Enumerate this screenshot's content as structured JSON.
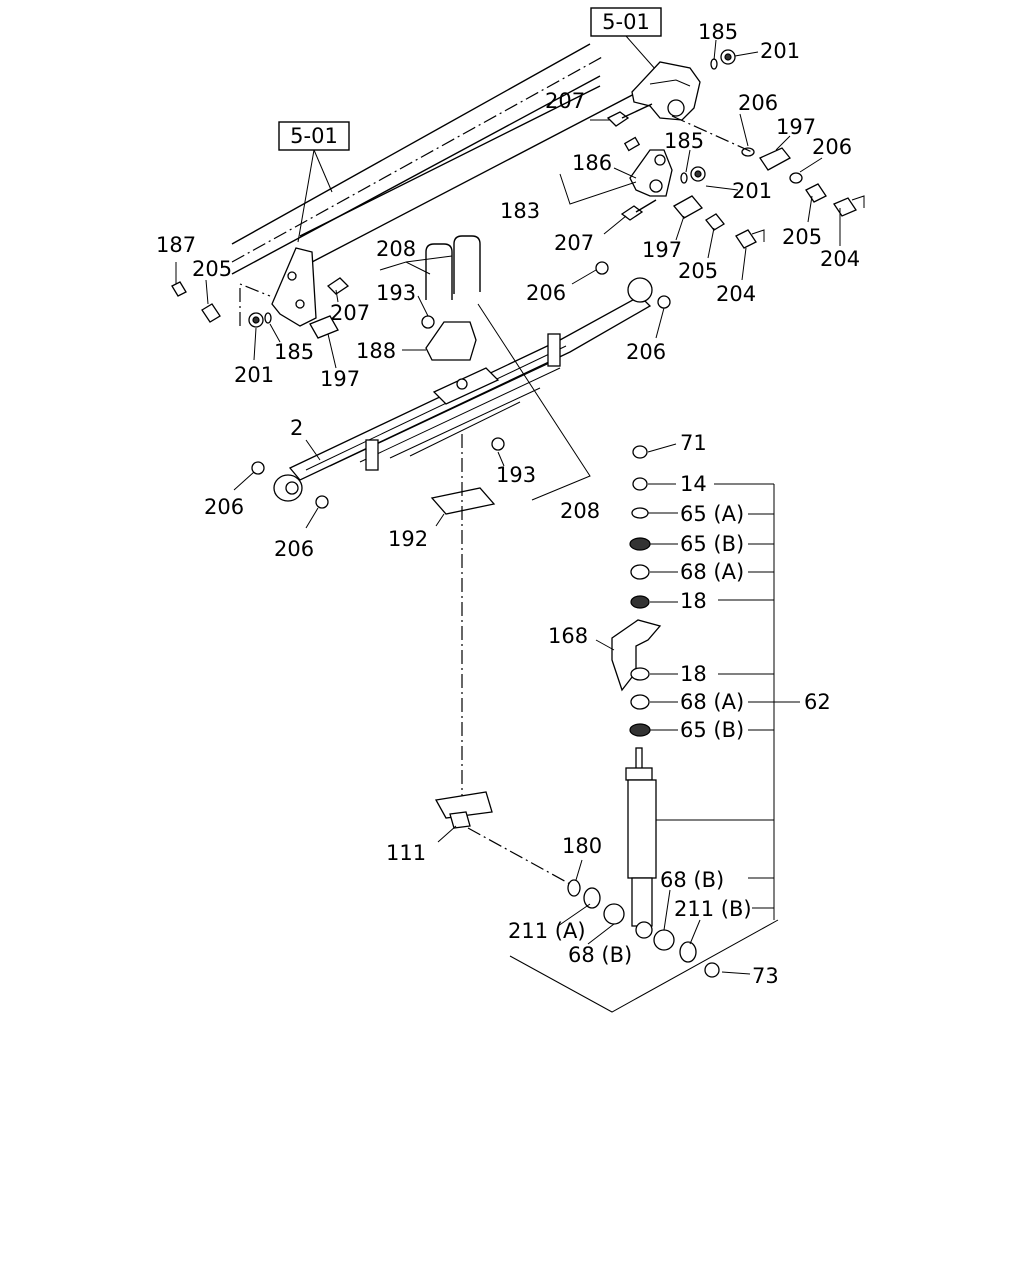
{
  "refs": {
    "frame_top": "5-01",
    "frame_left": "5-01"
  },
  "labels": {
    "l185a": "185",
    "l201a": "201",
    "l207a": "207",
    "l206a": "206",
    "l197a": "197",
    "l206b": "206",
    "l185b": "185",
    "l186": "186",
    "l183": "183",
    "l201b": "201",
    "l205a": "205",
    "l204a": "204",
    "l207b": "207",
    "l197b": "197",
    "l205b": "205",
    "l204b": "204",
    "l208a": "208",
    "l193a": "193",
    "l188": "188",
    "l206c": "206",
    "l206d": "206",
    "l187": "187",
    "l205c": "205",
    "l207c": "207",
    "l201c": "201",
    "l185c": "185",
    "l197c": "197",
    "l2": "2",
    "l206e": "206",
    "l206f": "206",
    "l192": "192",
    "l193b": "193",
    "l208b": "208",
    "l111": "111",
    "l180": "180",
    "l211a": "211 (A)",
    "l68b1": "68 (B)",
    "l71": "71",
    "l14": "14",
    "l65a1": "65 (A)",
    "l65b1": "65 (B)",
    "l68a1": "68 (A)",
    "l18a": "18",
    "l168": "168",
    "l18b": "18",
    "l68a2": "68 (A)",
    "l62": "62",
    "l65b2": "65 (B)",
    "l68b2": "68 (B)",
    "l211b": "211 (B)",
    "l73": "73"
  }
}
